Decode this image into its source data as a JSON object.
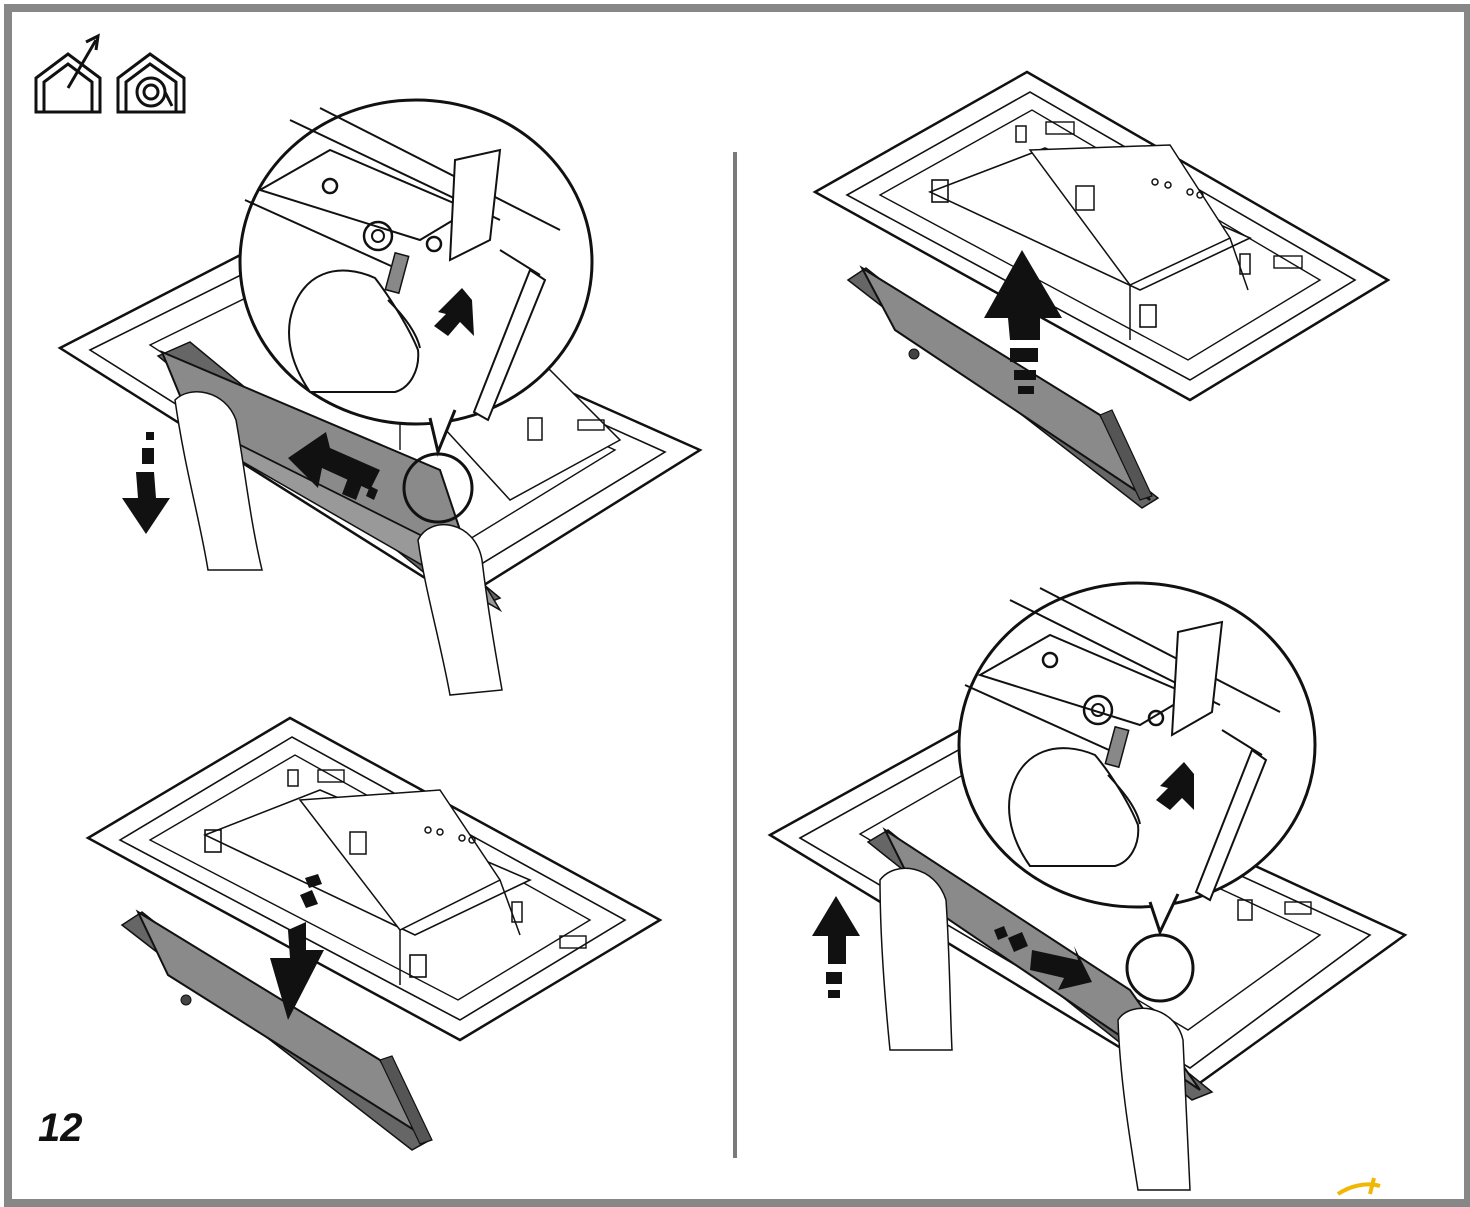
{
  "figure": {
    "step_number": "12",
    "colors": {
      "frame_gray": "#878787",
      "panel_gray": "#8a8a8a",
      "line_black": "#111111",
      "divider_gray": "#7a7a7a",
      "accent_yellow": "#f2b705"
    },
    "icons": [
      "ducted-exhaust-icon",
      "recirculation-icon"
    ],
    "panels": [
      {
        "name": "remove-grease-filter-panel",
        "arrows": [
          "slide-left-arrow",
          "pull-down-arrow"
        ]
      },
      {
        "name": "lower-filter-panel",
        "arrows": [
          "down-arrow"
        ]
      },
      {
        "name": "insert-filter-panel",
        "arrows": [
          "push-up-arrow"
        ]
      },
      {
        "name": "lock-filter-panel",
        "arrows": [
          "slide-right-arrow",
          "lift-up-arrow"
        ]
      }
    ]
  }
}
